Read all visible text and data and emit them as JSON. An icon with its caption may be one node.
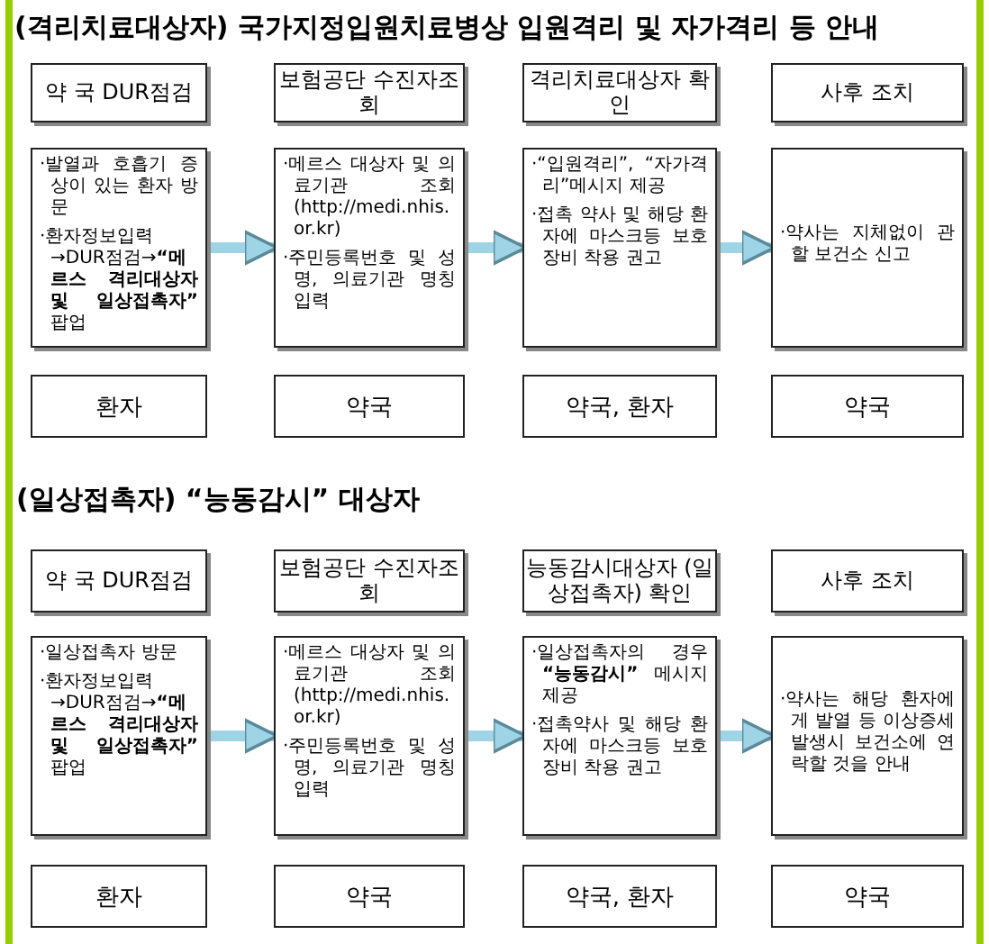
{
  "diagram": {
    "title": "(격리치료대상자) 국가지정입원치료병상 입원격리 및 자가격리 등 안내",
    "nodes": [
      {
        "text": [
          "약 국 DUR점검"
        ]
      },
      {
        "text": [
          "보험공단 수진자조회"
        ]
      },
      {
        "text": [
          "격리치료대상자 확 인"
        ]
      },
      {
        "text": [
          "사후 조치"
        ]
      },
      {
        "text": [
          "·발열과 호흡기 증상이 있는 환자 방문",
          "·환자정보입력→DUR점검→**“메르스 격리대상자 및 일상접촉자”** 팝업"
        ]
      },
      {
        "text": [
          "·메르스 대상자 및 의료기관 조회 (http://medi.nhis.or.kr)",
          "·주민등록번호 및 성명, 의료기관 명칭 입력"
        ]
      },
      {
        "text": [
          "·“입원격리”, “자가격리”메시지 제공",
          "·접촉 약사 및 해당 환자에 마스크등 보호장비 착용 권고"
        ]
      },
      {
        "text": [
          "·약사는 지체없이 관할 보건소 신고"
        ]
      },
      {
        "text": [
          "환자"
        ]
      },
      {
        "text": [
          "약국"
        ]
      },
      {
        "text": [
          "약국, 환자"
        ]
      },
      {
        "text": [
          "약국"
        ]
      },
      {
        "text": [
          "약 국 DUR점검"
        ]
      },
      {
        "text": [
          "보험공단 수진자조회"
        ]
      },
      {
        "text": [
          "능동감시대상자 (일상접촉자) 확인"
        ]
      },
      {
        "text": [
          "사후 조치"
        ]
      },
      {
        "text": [
          "·일상접촉자 방문",
          "·환자정보입력→DUR점검→**“메르스 격리대상자 및 일상접촉자”** 팝업"
        ]
      },
      {
        "text": [
          "·메르스 대상자 및 의료기관 조회 (http://medi.nhis.or.kr)",
          "·주민등록번호 및 성명, 의료기관 명칭 입력"
        ]
      },
      {
        "text": [
          "·일상접촉자의 경우 **“능동감시”** 메시지 제공",
          "·접촉약사 및 해당 환자에 마스크등 보호장비 착용 권고"
        ]
      },
      {
        "text": [
          "·약사는 해당 환자에게 발열 등 이상증세 발생시 보건소에 연락할 것을 안내"
        ]
      },
      {
        "text": [
          "환자"
        ]
      },
      {
        "text": [
          "약국"
        ]
      },
      {
        "text": [
          "약국, 환자"
        ]
      },
      {
        "text": [
          "약국"
        ]
      }
    ],
    "edges": [
      {
        "from": 4,
        "to": 5,
        "arrow": "to"
      },
      {
        "from": 5,
        "to": 6,
        "arrow": "to"
      },
      {
        "from": 6,
        "to": 7,
        "arrow": "to"
      },
      {
        "from": 16,
        "to": 17,
        "arrow": "to"
      },
      {
        "from": 17,
        "to": 18,
        "arrow": "to"
      },
      {
        "from": 18,
        "to": 19,
        "arrow": "to"
      }
    ],
    "labels": [
      "(일상접촉자) “능동감시” 대상자"
    ]
  }
}
